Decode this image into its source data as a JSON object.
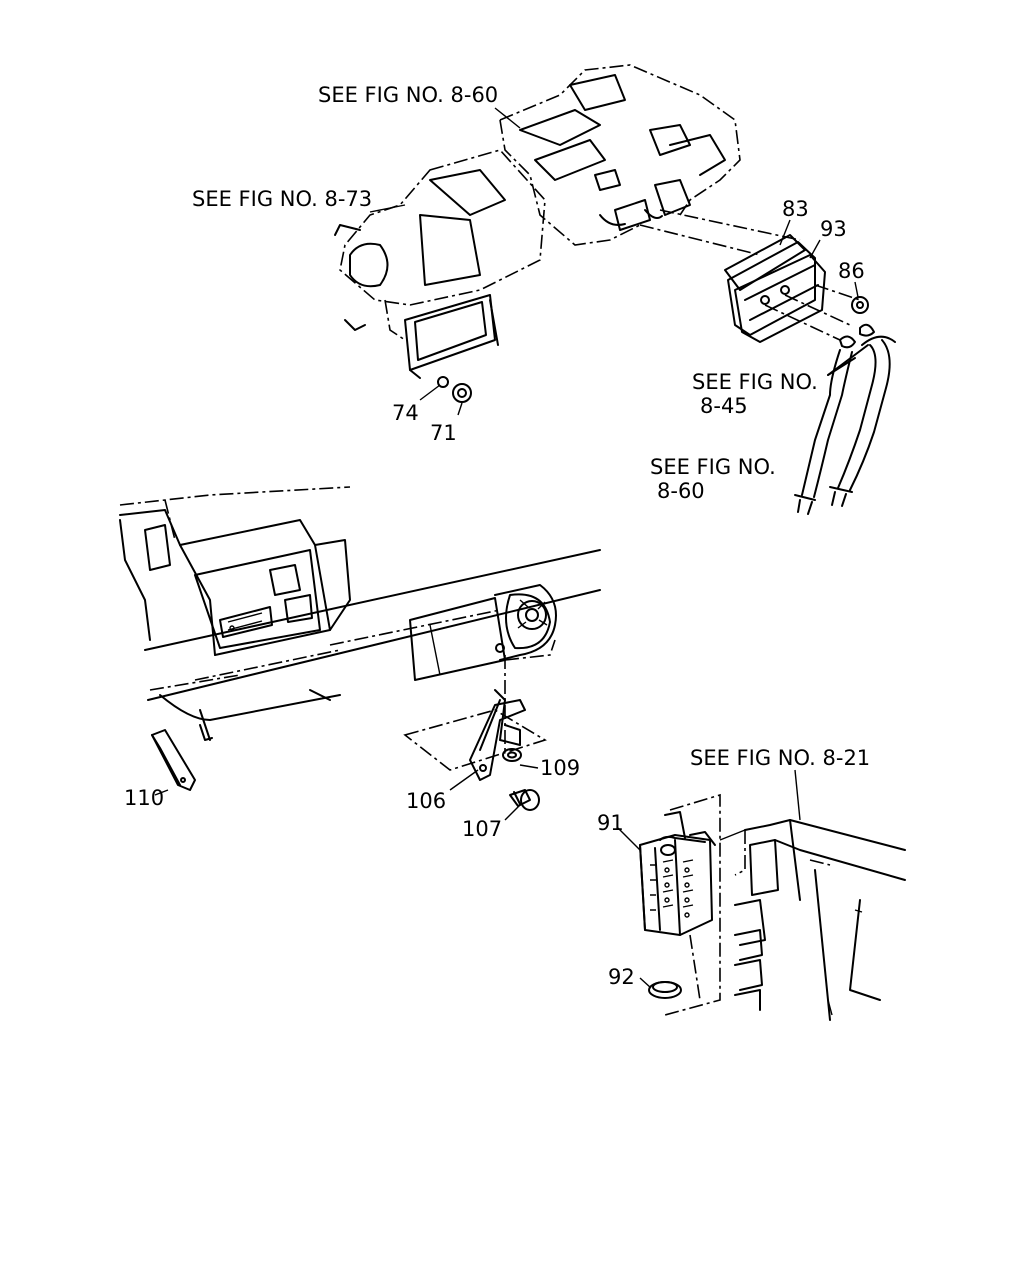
{
  "references": {
    "fig_8_60_top": "SEE FIG NO. 8-60",
    "fig_8_73": "SEE FIG NO. 8-73",
    "fig_8_45_line1": "SEE FIG NO.",
    "fig_8_45_line2": "8-45",
    "fig_8_60_mid_line1": "SEE FIG NO.",
    "fig_8_60_mid_line2": "8-60",
    "fig_8_21": "SEE FIG NO. 8-21"
  },
  "part_numbers": {
    "p83": "83",
    "p93": "93",
    "p86": "86",
    "p74": "74",
    "p71": "71",
    "p109": "109",
    "p106": "106",
    "p107": "107",
    "p110": "110",
    "p91": "91",
    "p92": "92"
  }
}
